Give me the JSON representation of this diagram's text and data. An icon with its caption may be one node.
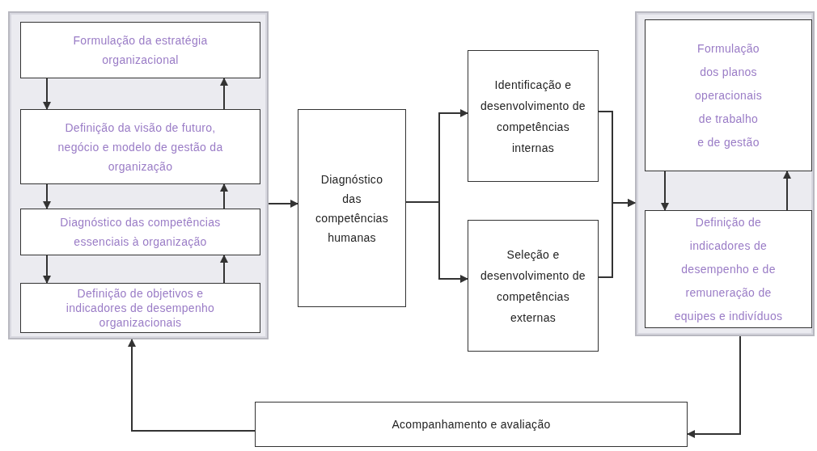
{
  "diagram": {
    "nodes": [
      {
        "text": [],
        "shape": "box"
      },
      {
        "text": [
          "Formulação da estratégia organizacional"
        ],
        "in": 0
      },
      {
        "text": [
          "Definição da visão de futuro, negócio e modelo de gestão da organização"
        ],
        "in": 0
      },
      {
        "text": [
          "Diagnóstico das competências essenciais à organização"
        ],
        "in": 0
      },
      {
        "text": [
          "Definição de objetivos e indicadores de desempenho organizacionais"
        ],
        "in": 0
      },
      {
        "text": [
          "Diagnóstico das competências humanas"
        ]
      },
      {
        "text": [
          "Identificação e desenvolvimento de competências internas"
        ]
      },
      {
        "text": [
          "Seleção e desenvolvimento de competências externas"
        ]
      },
      {
        "text": [],
        "shape": "box"
      },
      {
        "text": [
          "Formulação dos planos operacionais de trabalho e de gestão"
        ],
        "in": 8
      },
      {
        "text": [
          "Definição de indicadores de desempenho e de remuneração de equipes e indivíduos"
        ],
        "in": 8
      },
      {
        "text": [
          "Acompanhamento e avaliação"
        ]
      }
    ],
    "edges": [
      {
        "from": 1,
        "to": 2,
        "arrow": "to"
      },
      {
        "from": 2,
        "to": 1,
        "arrow": "to"
      },
      {
        "from": 2,
        "to": 3,
        "arrow": "to"
      },
      {
        "from": 3,
        "to": 2,
        "arrow": "to"
      },
      {
        "from": 3,
        "to": 4,
        "arrow": "to"
      },
      {
        "from": 4,
        "to": 3,
        "arrow": "to"
      },
      {
        "from": 0,
        "to": 5,
        "arrow": "to"
      },
      {
        "from": 5,
        "to": 6,
        "arrow": "to"
      },
      {
        "from": 5,
        "to": 7,
        "arrow": "to"
      },
      {
        "from": 6,
        "to": 8,
        "arrow": "to"
      },
      {
        "from": 7,
        "to": 8,
        "arrow": "to"
      },
      {
        "from": 9,
        "to": 10,
        "arrow": "to"
      },
      {
        "from": 10,
        "to": 9,
        "arrow": "to"
      },
      {
        "from": 8,
        "to": 11,
        "arrow": "to"
      },
      {
        "from": 11,
        "to": 0,
        "arrow": "to"
      }
    ]
  }
}
